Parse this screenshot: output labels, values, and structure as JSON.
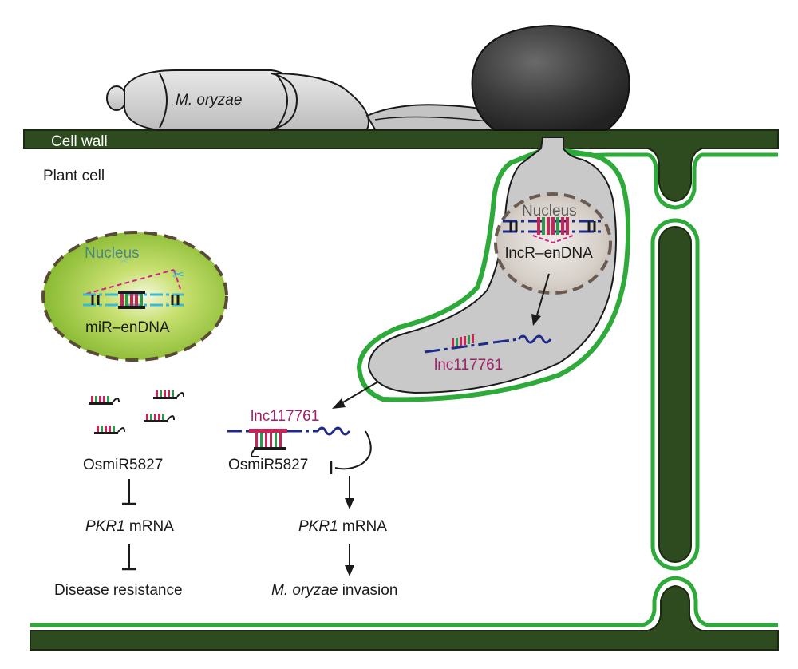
{
  "labels": {
    "fungus": "M. oryzae",
    "cell_wall": "Cell wall",
    "plant_cell": "Plant cell",
    "nucleus_plant": "Nucleus",
    "mir_endna": "miR–enDNA",
    "nucleus_fungal": "Nucleus",
    "lncr_endna": "lncR–enDNA",
    "lnc_in_hypha": "lnc117761",
    "lnc_path": "lnc117761",
    "osmir_left": "OsmiR5827",
    "osmir_mid": "OsmiR5827",
    "pkr1_left_gene": "PKR1",
    "pkr1_left_suffix": " mRNA",
    "pkr1_mid_gene": "PKR1",
    "pkr1_mid_suffix": " mRNA",
    "disease_resistance": "Disease resistance",
    "invasion_species": "M. oryzae",
    "invasion_suffix": " invasion"
  },
  "colors": {
    "cell_wall": "#2e4a1f",
    "membrane": "#2eaa3a",
    "fungus_gray": "#c8c8c8",
    "fungus_outline": "#1a1a1a",
    "nucleus_green": "#9bc832",
    "magenta_text": "#a0206a",
    "rna_blue": "#1e2a8a",
    "rna_red": "#c8245a",
    "rna_green": "#2a9a4a"
  }
}
